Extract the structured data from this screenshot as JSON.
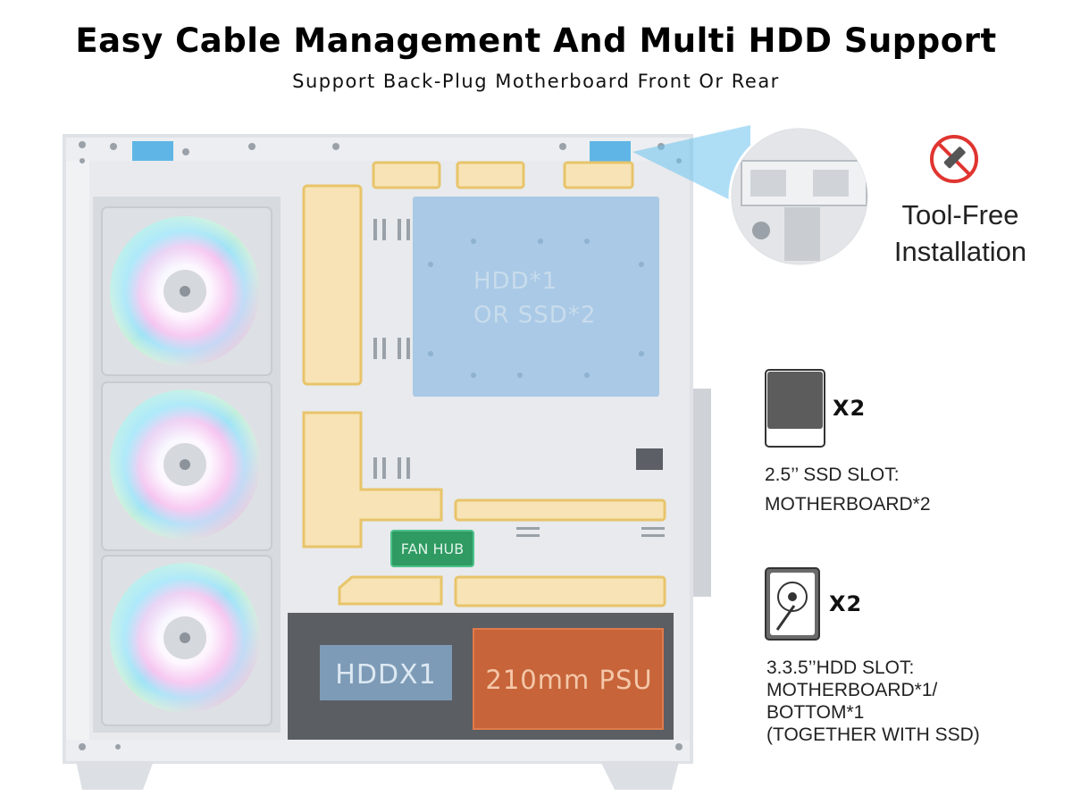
{
  "header": {
    "title": "Easy Cable Management And Multi HDD Support",
    "subtitle": "Support Back-Plug Motherboard Front Or Rear"
  },
  "case": {
    "hdd_bay_line1": "HDD*1",
    "hdd_bay_line2": "OR SSD*2",
    "fan_hub": "FAN HUB",
    "bottom_hdd": "HDDX1",
    "psu": "210mm PSU"
  },
  "tool_free": {
    "line1": "Tool-Free",
    "line2": "Installation"
  },
  "ssd": {
    "count": "X2",
    "line1": "2.5’’ SSD SLOT:",
    "line2": "MOTHERBOARD*2"
  },
  "hdd": {
    "count": "X2",
    "line1": "3.3.5’’HDD SLOT:",
    "line2": "MOTHERBOARD*1/",
    "line3": "BOTTOM*1",
    "line4": "(TOGETHER WITH SSD)"
  },
  "colors": {
    "cable_tie": "#f7e3b5",
    "cable_border": "#e8c46a",
    "hdd_bay": "#a9c9e6",
    "fan_hub": "#2f9a62",
    "psu": "#c7643a",
    "case_panel": "#e9ebee"
  }
}
